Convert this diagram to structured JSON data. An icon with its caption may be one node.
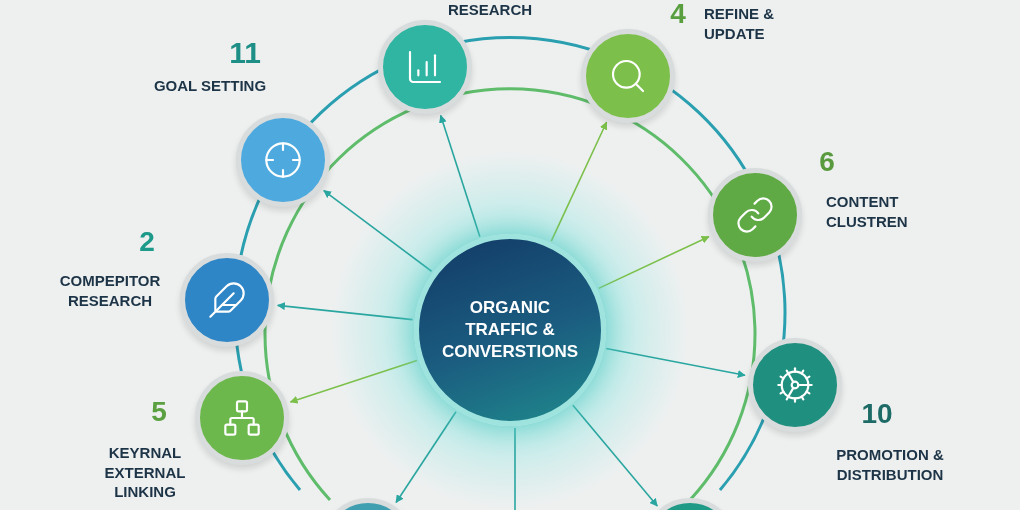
{
  "diagram": {
    "nodes": [
      {
        "text": [
          "ORGANIC TRAFFIC & CONVERSTIONS"
        ]
      },
      {
        "text": [
          "RESEARCH"
        ]
      },
      {
        "text": [
          "4",
          "REFINE & UPDATE"
        ]
      },
      {
        "text": [
          "11",
          "GOAL SETTING"
        ]
      },
      {
        "text": [
          "6",
          "CONTENT CLUSTREN"
        ]
      },
      {
        "text": [
          "2",
          "COMPEPITOR RESEARCH"
        ]
      },
      {
        "text": [
          "5",
          "KEYRNAL EXTERNAL LINKING"
        ]
      },
      {
        "text": [
          "10",
          "PROMOTION & DISTRIBUTION"
        ]
      },
      {
        "text": [],
        "shape": "circle"
      },
      {
        "text": [],
        "shape": "circle"
      }
    ],
    "edges": [
      {
        "from": 0,
        "to": 1,
        "arrow": "to"
      },
      {
        "from": 0,
        "to": 2,
        "arrow": "to",
        "color": "#7cc04b"
      },
      {
        "from": 0,
        "to": 3,
        "arrow": "to"
      },
      {
        "from": 0,
        "to": 4,
        "arrow": "to",
        "color": "#7cc04b"
      },
      {
        "from": 0,
        "to": 5,
        "arrow": "to"
      },
      {
        "from": 0,
        "to": 6,
        "arrow": "to",
        "color": "#7cc04b"
      },
      {
        "from": 0,
        "to": 7,
        "arrow": "to"
      },
      {
        "from": 0,
        "to": 8,
        "arrow": "to"
      },
      {
        "from": 0,
        "to": 9,
        "arrow": "to"
      },
      {
        "from": 0,
        "to": null,
        "arrow": "none"
      }
    ]
  }
}
